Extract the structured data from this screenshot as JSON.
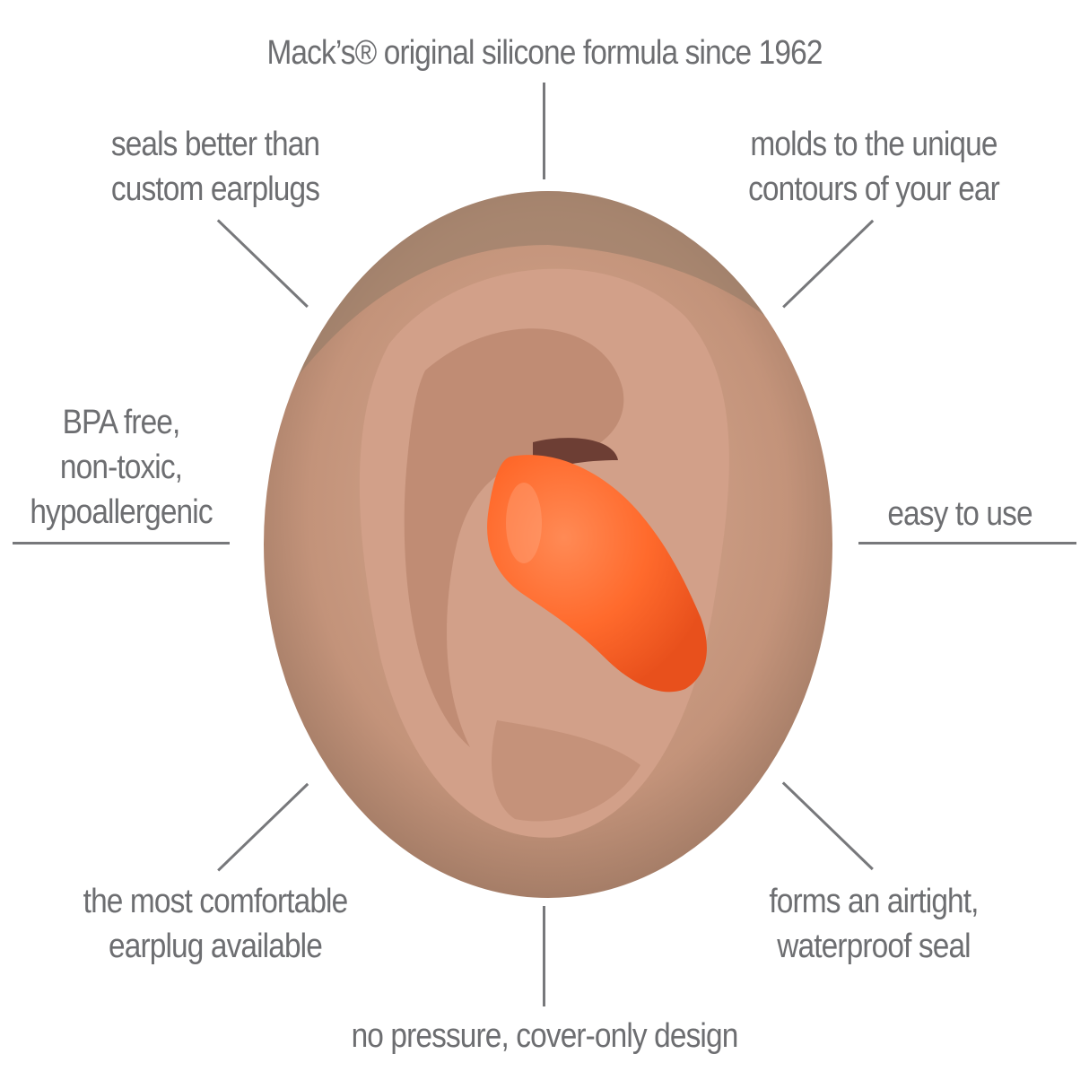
{
  "features": {
    "top": "Mack’s® original silicone formula since 1962",
    "top_left": [
      "seals better than",
      "custom earplugs"
    ],
    "top_right": [
      "molds to the unique",
      "contours of your ear"
    ],
    "mid_left": [
      "BPA free,",
      "non-toxic,",
      "hypoallergenic"
    ],
    "mid_right": "easy to use",
    "bottom_left": [
      "the most comfortable",
      "earplug available"
    ],
    "bottom_right": [
      "forms an airtight,",
      "waterproof seal"
    ],
    "bottom": "no pressure, cover-only design"
  },
  "colors": {
    "text": "#6d6e71",
    "lines": "#77787b",
    "earplug": "#ff6a2c",
    "skin": "#c99a80",
    "background": "#ffffff"
  },
  "image": {
    "subject": "ear with orange moldable silicone earplug"
  }
}
